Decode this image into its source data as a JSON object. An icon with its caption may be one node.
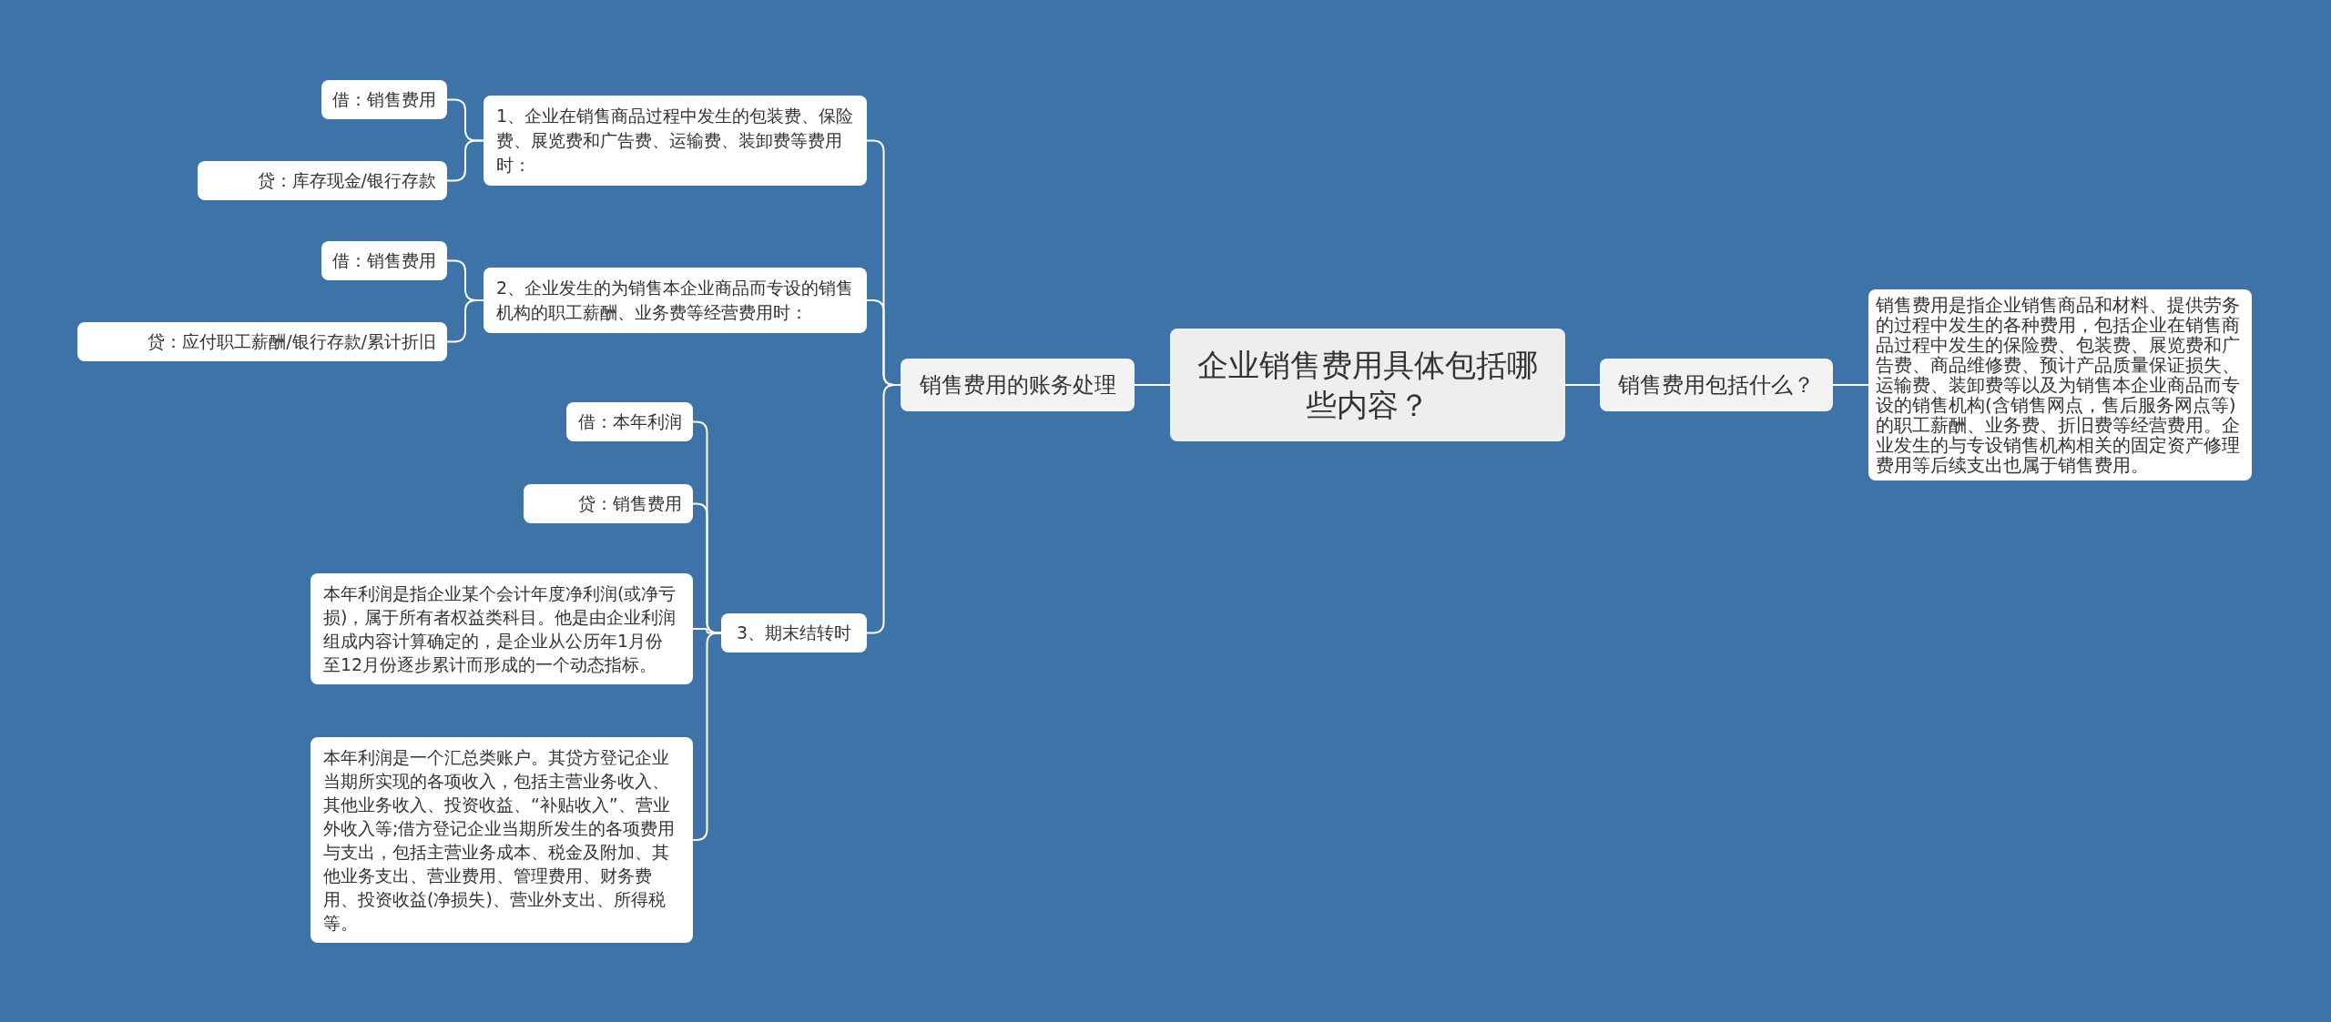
{
  "diagram": {
    "nodes": [
      {
        "text": [
          "企业销售费用具体包括哪些内容？"
        ]
      },
      {
        "text": [
          "销售费用的账务处理"
        ]
      },
      {
        "text": [
          "1、企业在销售商品过程中发生的包装费、保险费、展览费和广告费、运输费、装卸费等费用时："
        ]
      },
      {
        "text": [
          "借：销售费用"
        ]
      },
      {
        "text": [
          "贷：库存现金/银行存款"
        ]
      },
      {
        "text": [
          "2、企业发生的为销售本企业商品而专设的销售机构的职工薪酬、业务费等经营费用时："
        ]
      },
      {
        "text": [
          "借：销售费用"
        ]
      },
      {
        "text": [
          "贷：应付职工薪酬/银行存款/累计折旧"
        ]
      },
      {
        "text": [
          "3、期末结转时"
        ]
      },
      {
        "text": [
          "借：本年利润"
        ]
      },
      {
        "text": [
          "贷：销售费用"
        ]
      },
      {
        "text": [
          "本年利润是指企业某个会计年度净利润(或净亏损)，属于所有者权益类科目。他是由企业利润组成内容计算确定的，是企业从公历年1月份至12月份逐步累计而形成的一个动态指标。"
        ]
      },
      {
        "text": [
          "本年利润是一个汇总类账户。其贷方登记企业当期所实现的各项收入，包括主营业务收入、其他业务收入、投资收益、“补贴收入”、营业外收入等;借方登记企业当期所发生的各项费用与支出，包括主营业务成本、税金及附加、其他业务支出、营业费用、管理费用、财务费用、投资收益(净损失)、营业外支出、所得税等。"
        ]
      },
      {
        "text": [
          "销售费用包括什么？"
        ]
      },
      {
        "text": [
          "销售费用是指企业销售商品和材料、提供劳务的过程中发生的各种费用，包括企业在销售商品过程中发生的保险费、包装费、展览费和广告费、商品维修费、预计产品质量保证损失、运输费、装卸费等以及为销售本企业商品而专设的销售机构(含销售网点，售后服务网点等)的职工薪酬、业务费、折旧费等经营费用。企业发生的与专设销售机构相关的固定资产修理费用等后续支出也属于销售费用。"
        ]
      }
    ],
    "edges": [
      {
        "from": 0,
        "to": 1,
        "arrow": "none"
      },
      {
        "from": 1,
        "to": 2,
        "arrow": "none"
      },
      {
        "from": 2,
        "to": 3,
        "arrow": "none"
      },
      {
        "from": 2,
        "to": 4,
        "arrow": "none"
      },
      {
        "from": 1,
        "to": 5,
        "arrow": "none"
      },
      {
        "from": 5,
        "to": 6,
        "arrow": "none"
      },
      {
        "from": 5,
        "to": 7,
        "arrow": "none"
      },
      {
        "from": 1,
        "to": 8,
        "arrow": "none"
      },
      {
        "from": 8,
        "to": 9,
        "arrow": "none"
      },
      {
        "from": 8,
        "to": 10,
        "arrow": "none"
      },
      {
        "from": 8,
        "to": 11,
        "arrow": "none"
      },
      {
        "from": 8,
        "to": 12,
        "arrow": "none"
      },
      {
        "from": 0,
        "to": 13,
        "arrow": "none"
      },
      {
        "from": 13,
        "to": 14,
        "arrow": "none"
      }
    ]
  }
}
